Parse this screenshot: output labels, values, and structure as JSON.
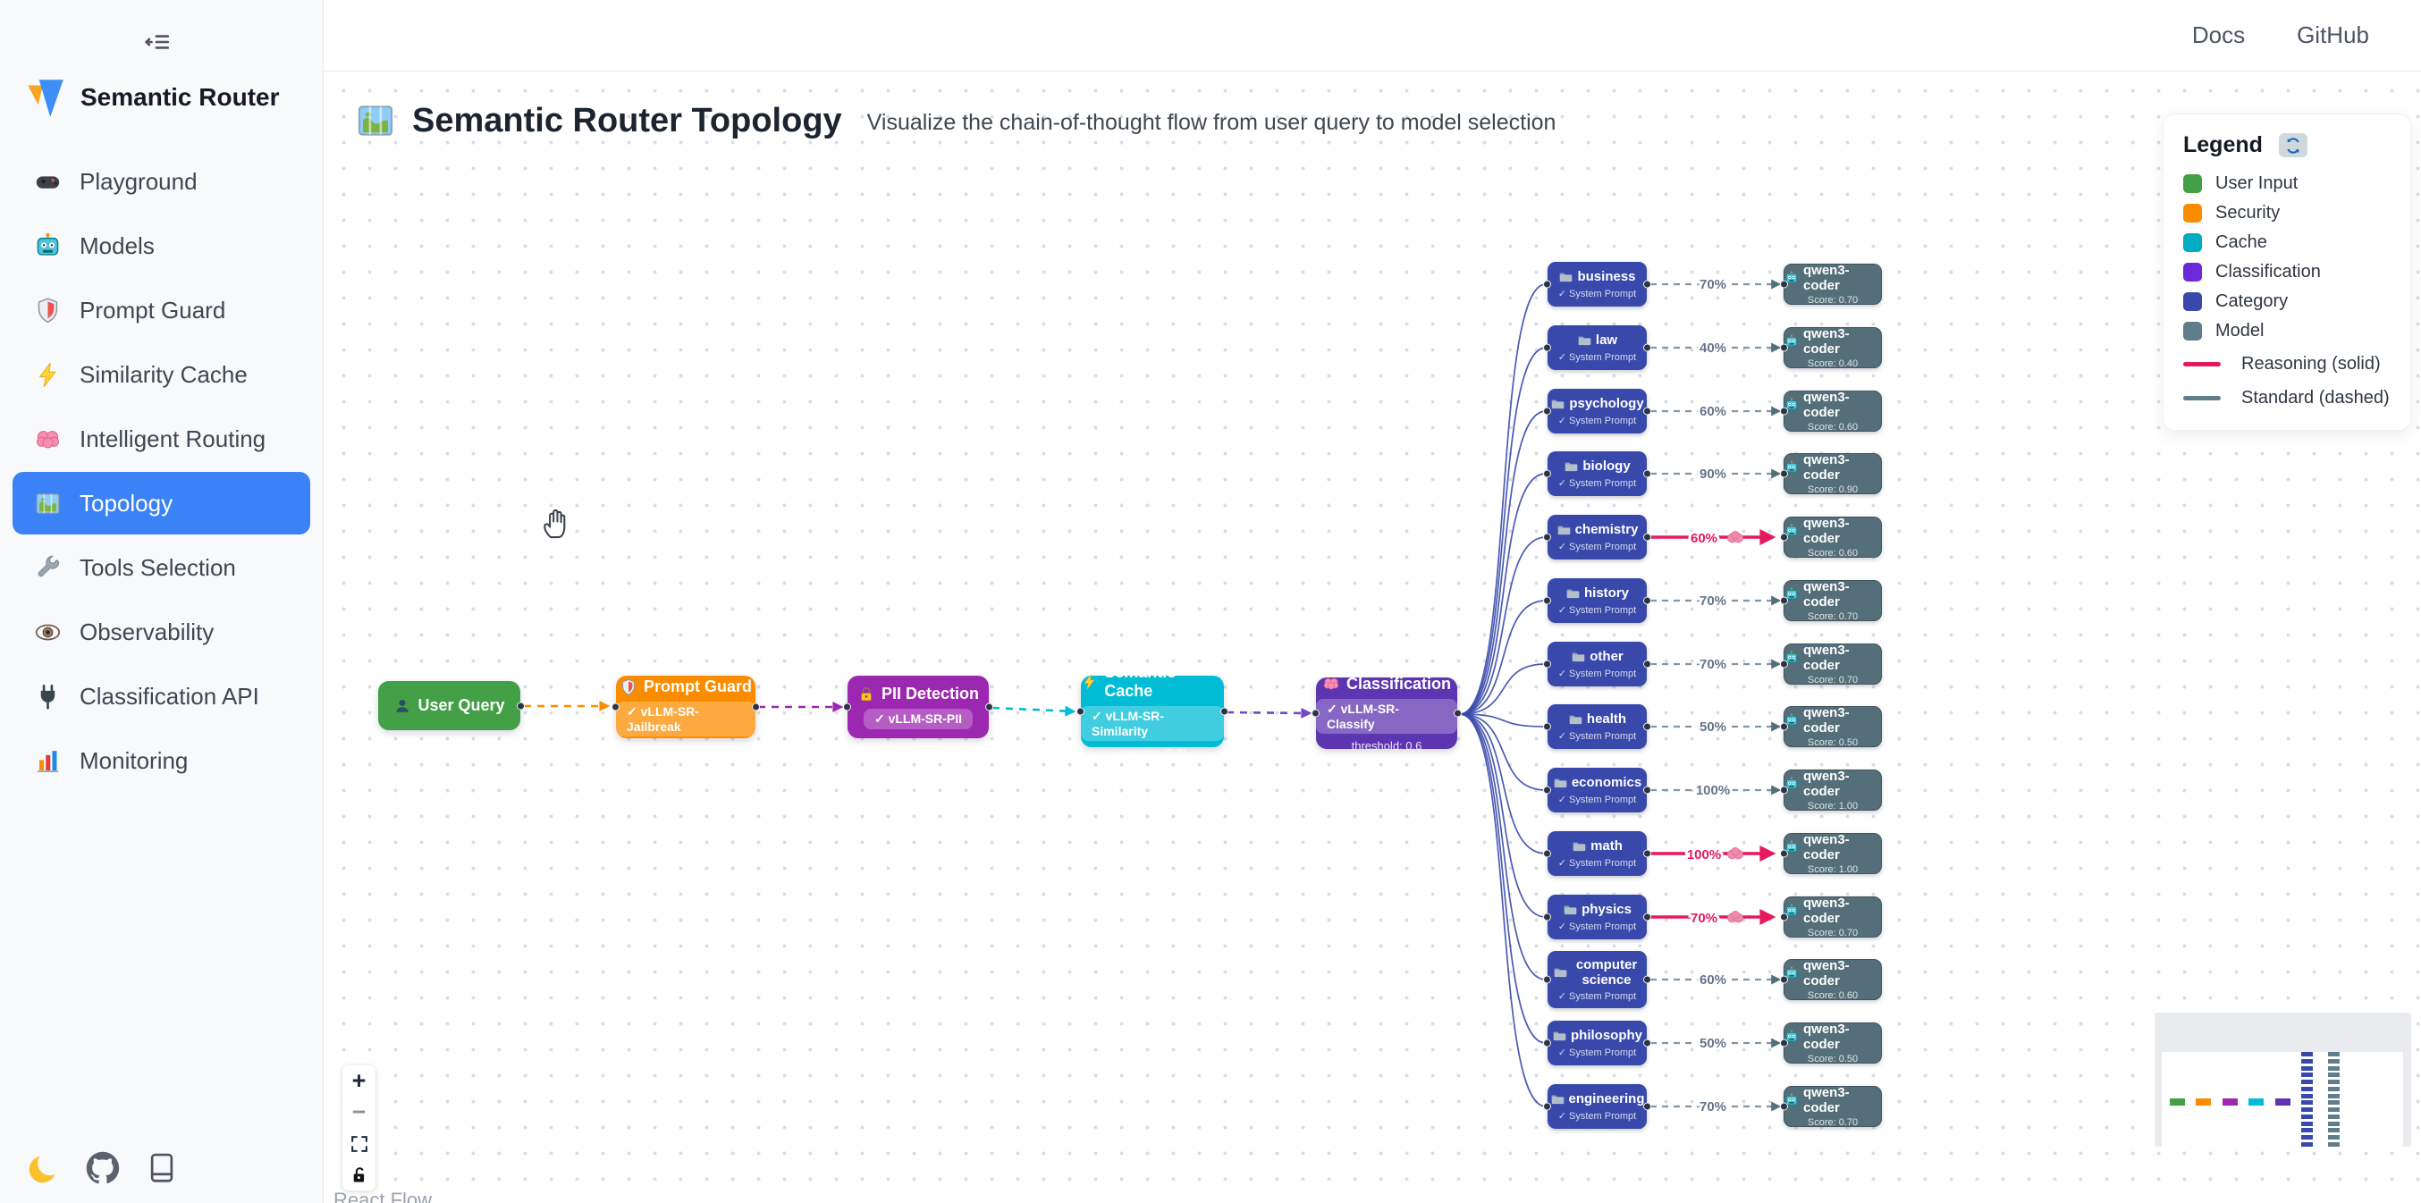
{
  "topbar": {
    "links": [
      {
        "label": "Docs"
      },
      {
        "label": "GitHub"
      }
    ]
  },
  "sidebar": {
    "logo_text": "Semantic Router",
    "items": [
      {
        "label": "Playground",
        "icon": "gamepad",
        "active": false
      },
      {
        "label": "Models",
        "icon": "robot",
        "active": false
      },
      {
        "label": "Prompt Guard",
        "icon": "shield",
        "active": false
      },
      {
        "label": "Similarity Cache",
        "icon": "zap",
        "active": false
      },
      {
        "label": "Intelligent Routing",
        "icon": "brain",
        "active": false
      },
      {
        "label": "Topology",
        "icon": "map",
        "active": true
      },
      {
        "label": "Tools Selection",
        "icon": "wrench",
        "active": false
      },
      {
        "label": "Observability",
        "icon": "eye",
        "active": false
      },
      {
        "label": "Classification API",
        "icon": "plug",
        "active": false
      },
      {
        "label": "Monitoring",
        "icon": "chart",
        "active": false
      }
    ],
    "footer_icons": [
      "moon",
      "github",
      "book"
    ]
  },
  "header": {
    "title": "Semantic Router Topology",
    "subtitle": "Visualize the chain-of-thought flow from user query to model selection"
  },
  "flow": {
    "pipeline": [
      {
        "title": "User Query",
        "icon": "user",
        "color": "#43a047"
      },
      {
        "title": "Prompt Guard",
        "icon": "shield",
        "badge": "✓ vLLM-SR-Jailbreak",
        "color": "#fb8c00"
      },
      {
        "title": "PII Detection",
        "icon": "lock",
        "badge": "✓ vLLM-SR-PII",
        "color": "#9c27b0"
      },
      {
        "title": "Semantic Cache",
        "icon": "zap",
        "badge": "✓ vLLM-SR-Similarity",
        "note": "memory (0.8)",
        "color": "#00bcd4"
      },
      {
        "title": "Classification",
        "icon": "brain",
        "badge": "✓ vLLM-SR-Classify",
        "note": "threshold: 0.6",
        "color": "#5e35b1"
      }
    ],
    "category_subtitle": "✓ System Prompt",
    "model_name": "qwen3-coder",
    "categories": [
      {
        "label": "business",
        "pct": "70%",
        "score": "Score: 0.70",
        "reasoning": false
      },
      {
        "label": "law",
        "pct": "40%",
        "score": "Score: 0.40",
        "reasoning": false
      },
      {
        "label": "psychology",
        "pct": "60%",
        "score": "Score: 0.60",
        "reasoning": false
      },
      {
        "label": "biology",
        "pct": "90%",
        "score": "Score: 0.90",
        "reasoning": false
      },
      {
        "label": "chemistry",
        "pct": "60%",
        "score": "Score: 0.60",
        "reasoning": true
      },
      {
        "label": "history",
        "pct": "70%",
        "score": "Score: 0.70",
        "reasoning": false
      },
      {
        "label": "other",
        "pct": "70%",
        "score": "Score: 0.70",
        "reasoning": false
      },
      {
        "label": "health",
        "pct": "50%",
        "score": "Score: 0.50",
        "reasoning": false
      },
      {
        "label": "economics",
        "pct": "100%",
        "score": "Score: 1.00",
        "reasoning": false
      },
      {
        "label": "math",
        "pct": "100%",
        "score": "Score: 1.00",
        "reasoning": true
      },
      {
        "label": "physics",
        "pct": "70%",
        "score": "Score: 0.70",
        "reasoning": true
      },
      {
        "label": "computer science",
        "pct": "60%",
        "score": "Score: 0.60",
        "reasoning": false
      },
      {
        "label": "philosophy",
        "pct": "50%",
        "score": "Score: 0.50",
        "reasoning": false
      },
      {
        "label": "engineering",
        "pct": "70%",
        "score": "Score: 0.70",
        "reasoning": false
      }
    ]
  },
  "legend": {
    "title": "Legend",
    "items": [
      {
        "label": "User Input",
        "color": "#43a047"
      },
      {
        "label": "Security",
        "color": "#fb8c00"
      },
      {
        "label": "Cache",
        "color": "#00acc1"
      },
      {
        "label": "Classification",
        "color": "#6d28d9"
      },
      {
        "label": "Category",
        "color": "#3949ab"
      },
      {
        "label": "Model",
        "color": "#607d8b"
      }
    ],
    "lines": [
      {
        "label": "Reasoning (solid)",
        "color": "#e5195f"
      },
      {
        "label": "Standard (dashed)",
        "color": "#607d8b"
      }
    ]
  },
  "controls": {
    "zoom_in": "+",
    "zoom_out": "−"
  },
  "attribution": "React Flow",
  "colors": {
    "accent": "#3b82f6",
    "edge_reasoning": "#e5195f",
    "edge_standard": "#8096a5",
    "fan": "#3949ab",
    "category": "#3949ab",
    "model": "#546e7a"
  }
}
